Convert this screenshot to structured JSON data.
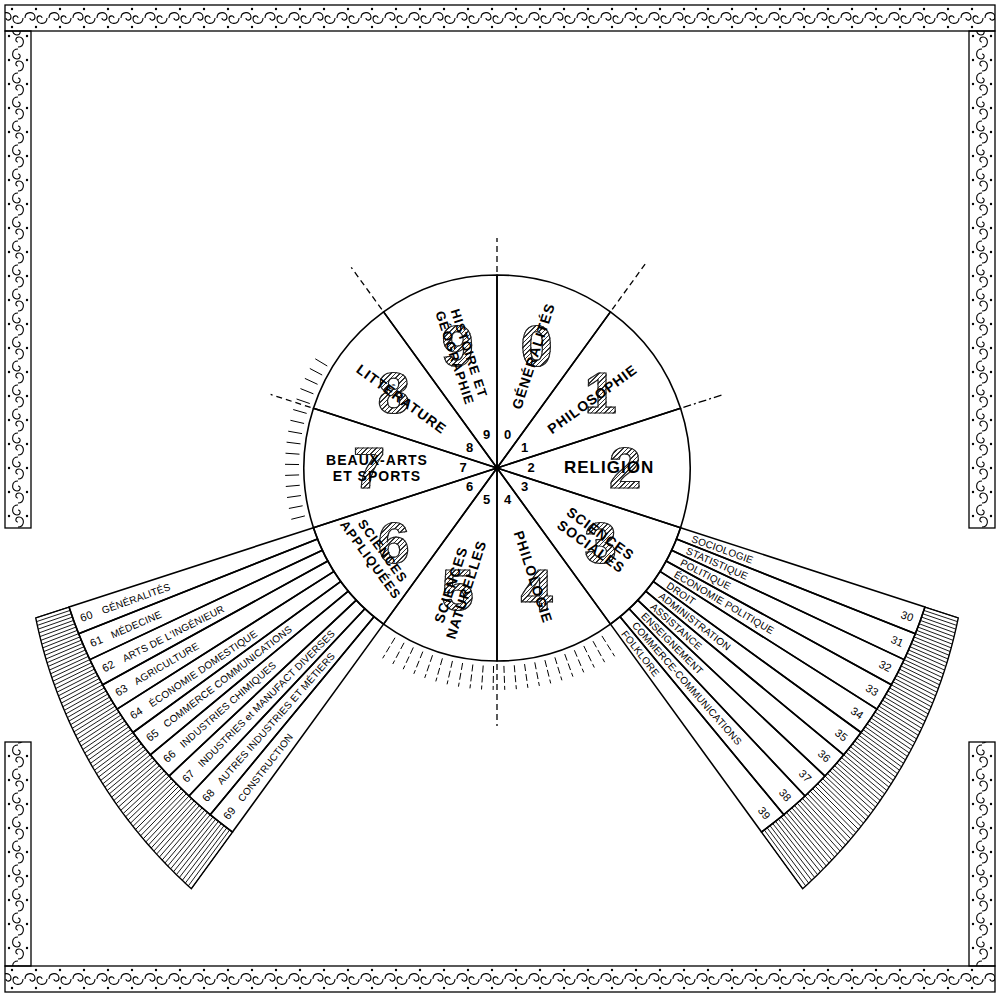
{
  "diagram": {
    "nodes": [
      {
        "text": [
          "0",
          "GÉNÉRALITÉS",
          "0"
        ]
      },
      {
        "text": [
          "1",
          "PHILOSOPHIE",
          "1"
        ]
      },
      {
        "text": [
          "2",
          "RELIGION",
          "2"
        ]
      },
      {
        "text": [
          "3",
          "SCIENCES SOCIALES",
          "3"
        ]
      },
      {
        "text": [
          "4",
          "PHILOLOGIE",
          "4"
        ]
      },
      {
        "text": [
          "5",
          "SCIENCES NATURELLES",
          "5"
        ]
      },
      {
        "text": [
          "6",
          "SCIENCES APPLIQUÉES",
          "6"
        ]
      },
      {
        "text": [
          "7",
          "BEAUX-ARTS ET SPORTS",
          "7"
        ]
      },
      {
        "text": [
          "8",
          "LITTÉRATURE",
          "8"
        ]
      },
      {
        "text": [
          "9",
          "HISTOIRE ET GÉOGRAPHIE",
          "9"
        ]
      },
      {
        "text": [
          "30",
          "SOCIOLOGIE"
        ]
      },
      {
        "text": [
          "31",
          "STATISTIQUE"
        ]
      },
      {
        "text": [
          "32",
          "POLITIQUE"
        ]
      },
      {
        "text": [
          "33",
          "ÉCONOMIE POLITIQUE"
        ]
      },
      {
        "text": [
          "34",
          "DROIT"
        ]
      },
      {
        "text": [
          "35",
          "ADMINISTRATION"
        ]
      },
      {
        "text": [
          "36",
          "ASSISTANCE"
        ]
      },
      {
        "text": [
          "37",
          "ENSEIGNEMENT"
        ]
      },
      {
        "text": [
          "38",
          "COMMERCE-COMMUNICATIONS"
        ]
      },
      {
        "text": [
          "39",
          "FOLKLORE"
        ]
      },
      {
        "text": [
          "60",
          "GÉNÉRALITÉS"
        ]
      },
      {
        "text": [
          "61",
          "MÉDECINE"
        ]
      },
      {
        "text": [
          "62",
          "ARTS DE L'INGÉNIEUR"
        ]
      },
      {
        "text": [
          "63",
          "AGRICULTURE"
        ]
      },
      {
        "text": [
          "64",
          "ÉCONOMIE DOMESTIQUE"
        ]
      },
      {
        "text": [
          "65",
          "COMMERCE COMMUNICATIONS"
        ]
      },
      {
        "text": [
          "66",
          "INDUSTRIES CHIMIQUES"
        ]
      },
      {
        "text": [
          "67",
          "INDUSTRIES et MANUFACT DIVERSES"
        ]
      },
      {
        "text": [
          "68",
          "AUTRES INDUSTRIES ET MÉTIERS"
        ]
      },
      {
        "text": [
          "69",
          "CONSTRUCTION"
        ]
      }
    ]
  }
}
